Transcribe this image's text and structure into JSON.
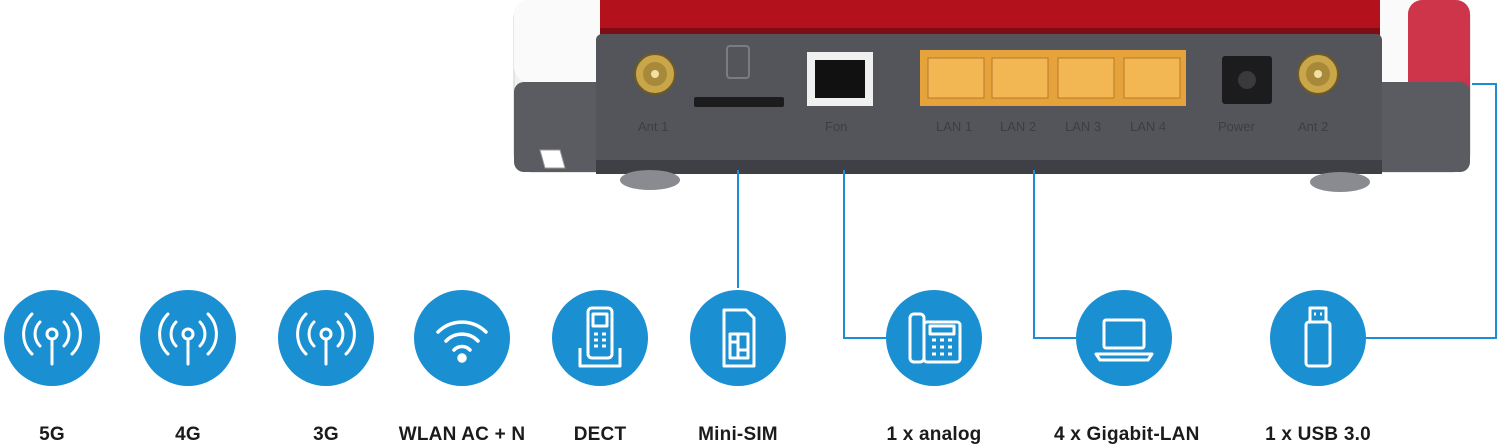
{
  "router": {
    "port_labels": [
      "Ant 1",
      "Fon",
      "LAN 1",
      "LAN 2",
      "LAN 3",
      "LAN 4",
      "Power",
      "Ant 2"
    ]
  },
  "features": [
    {
      "icon": "antenna-5g-icon",
      "label": "5G"
    },
    {
      "icon": "antenna-4g-icon",
      "label": "4G"
    },
    {
      "icon": "antenna-3g-icon",
      "label": "3G"
    },
    {
      "icon": "wifi-icon",
      "label": "WLAN AC + N"
    },
    {
      "icon": "dect-phone-icon",
      "label": "DECT"
    },
    {
      "icon": "sim-card-icon",
      "label": "Mini-SIM"
    },
    {
      "icon": "desk-phone-icon",
      "label": "1 x analog"
    },
    {
      "icon": "laptop-icon",
      "label": "4 x Gigabit-LAN"
    },
    {
      "icon": "usb-stick-icon",
      "label": "1 x USB 3.0"
    }
  ],
  "colors": {
    "accent_blue": "#1a8fd1",
    "router_red": "#b3121c",
    "router_grey": "#54555b",
    "port_orange": "#e8a040"
  }
}
